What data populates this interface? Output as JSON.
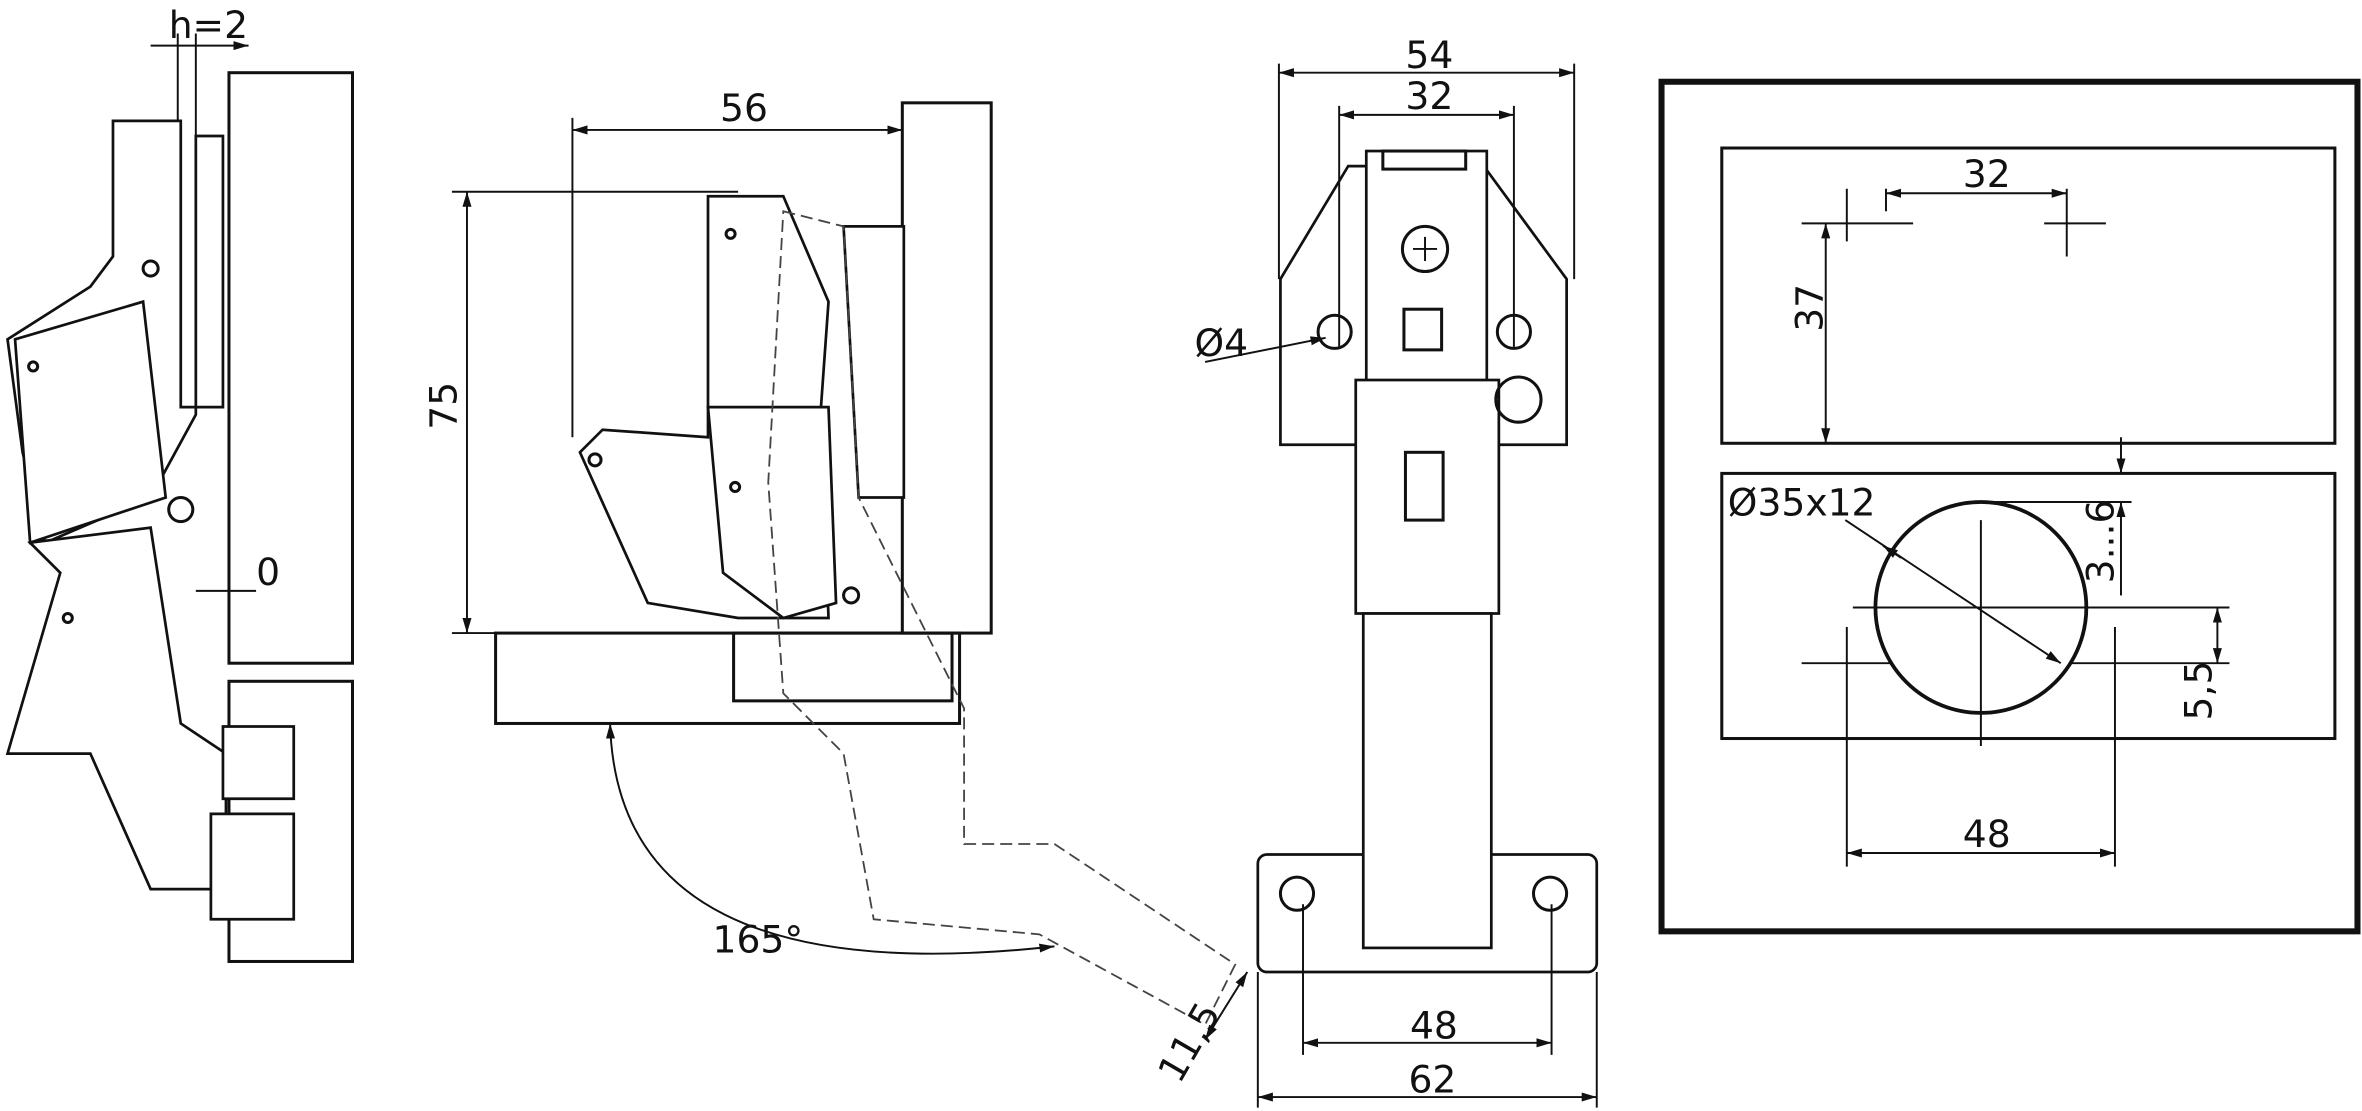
{
  "title": "Hinge technical drawing",
  "side_view_closed": {
    "overlay_label": "h=2",
    "gap_label": "0"
  },
  "side_view_open": {
    "depth_label": "56",
    "height_label": "75",
    "angle_label": "165°",
    "offset_label": "11,5"
  },
  "front_view": {
    "width_outer_label": "54",
    "width_inner_label": "32",
    "hole_label": "Ø4",
    "plate_holes_label": "48",
    "plate_width_label": "62"
  },
  "drilling_template": {
    "top_spacing_label": "32",
    "top_height_label": "37",
    "cup_label": "Ø35x12",
    "edge_distance_label": "3...6",
    "offset_label": "5,5",
    "bottom_spacing_label": "48"
  }
}
